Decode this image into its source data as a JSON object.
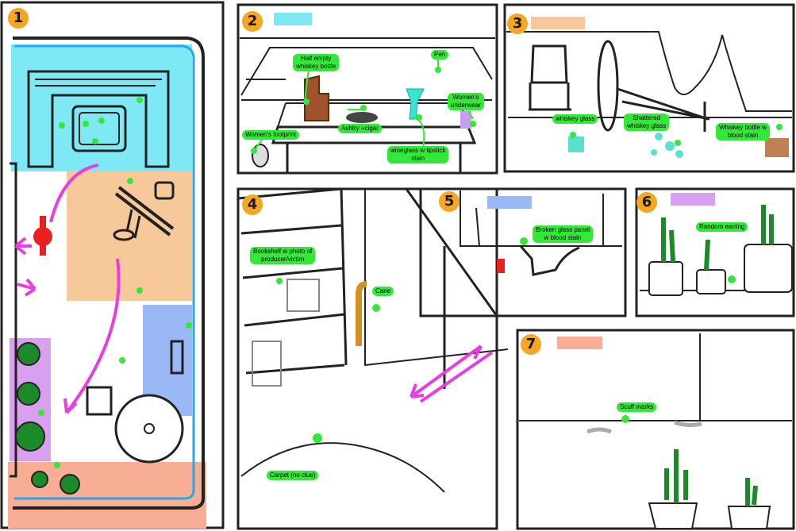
{
  "panels": [
    {
      "number": "1"
    },
    {
      "number": "2",
      "swatch_color": "#7ee8f5"
    },
    {
      "number": "3",
      "swatch_color": "#f7c99a"
    },
    {
      "number": "4"
    },
    {
      "number": "5",
      "swatch_color": "#9ab8f5"
    },
    {
      "number": "6",
      "swatch_color": "#d9a0f0"
    },
    {
      "number": "7",
      "swatch_color": "#f7ae94"
    }
  ],
  "labels": {
    "whiskey_bottle": "Half empty\nwhiskey bottle",
    "pen": "Pen",
    "underwear": "Women's\nunderwear",
    "ashtray": "Ashtry +cigar",
    "footprint": "Women's footprint",
    "wineglass": "wineglass w lipstick\nstain",
    "whiskey_glass": "whiskey glass",
    "shattered_glass": "Shattered\nwhiskey glass",
    "bottle_blood": "Whiskey bottle w\nblood stain",
    "bookshelf": "Bookshelf w photo of\nproducer/victim",
    "cane": "Cane",
    "carpet": "Carpet (no clue)",
    "glass_panel": "Broken glass panel\nw blood stain",
    "earring": "Random earring",
    "scuff": "Scuff marks"
  },
  "colors": {
    "zone_cyan": "#7ee8f5",
    "zone_orange": "#f7c99a",
    "zone_blue": "#9ab8f5",
    "zone_purple": "#d9a0f0",
    "zone_salmon": "#f7ae94",
    "clue_green": "#34e83a",
    "arrow_magenta": "#e83ee0",
    "badge_orange": "#f5a623"
  }
}
